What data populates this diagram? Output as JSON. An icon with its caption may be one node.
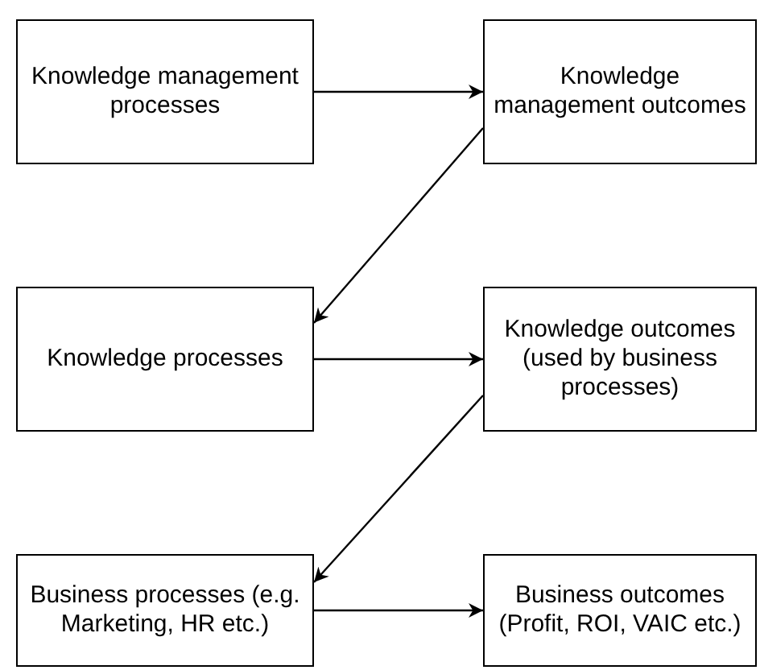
{
  "diagram": {
    "nodes": [
      {
        "text": [
          "Knowledge management processes"
        ]
      },
      {
        "text": [
          "Knowledge management outcomes"
        ]
      },
      {
        "text": [
          "Knowledge processes"
        ]
      },
      {
        "text": [
          "Knowledge outcomes (used by business processes)"
        ]
      },
      {
        "text": [
          "Business processes (e.g. Marketing, HR etc.)"
        ]
      },
      {
        "text": [
          "Business outcomes (Profit, ROI, VAIC etc.)"
        ]
      }
    ],
    "edges": [
      {
        "from": 0,
        "to": 1,
        "arrow": "to"
      },
      {
        "from": 1,
        "to": 2,
        "arrow": "to"
      },
      {
        "from": 2,
        "to": 3,
        "arrow": "to"
      },
      {
        "from": 3,
        "to": 4,
        "arrow": "to"
      },
      {
        "from": 4,
        "to": 5,
        "arrow": "to"
      }
    ]
  }
}
